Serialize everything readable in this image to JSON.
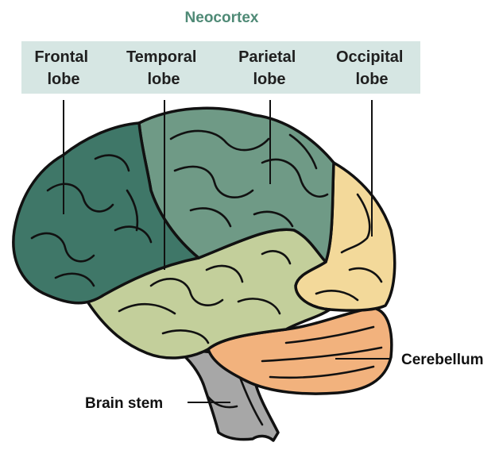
{
  "title": "Neocortex",
  "lobes": [
    {
      "line1": "Frontal",
      "line2": "lobe"
    },
    {
      "line1": "Temporal",
      "line2": "lobe"
    },
    {
      "line1": "Parietal",
      "line2": "lobe"
    },
    {
      "line1": "Occipital",
      "line2": "lobe"
    }
  ],
  "side_labels": {
    "cerebellum": "Cerebellum",
    "brain_stem": "Brain stem"
  },
  "colors": {
    "title": "#4f8a76",
    "label_band": "#d6e6e3",
    "frontal": "#3f7768",
    "parietal": "#6f9a86",
    "temporal": "#c3cf9b",
    "occipital": "#f3d99a",
    "cerebellum": "#f2b27d",
    "brain_stem": "#a7a7a7",
    "outline": "#111111"
  }
}
